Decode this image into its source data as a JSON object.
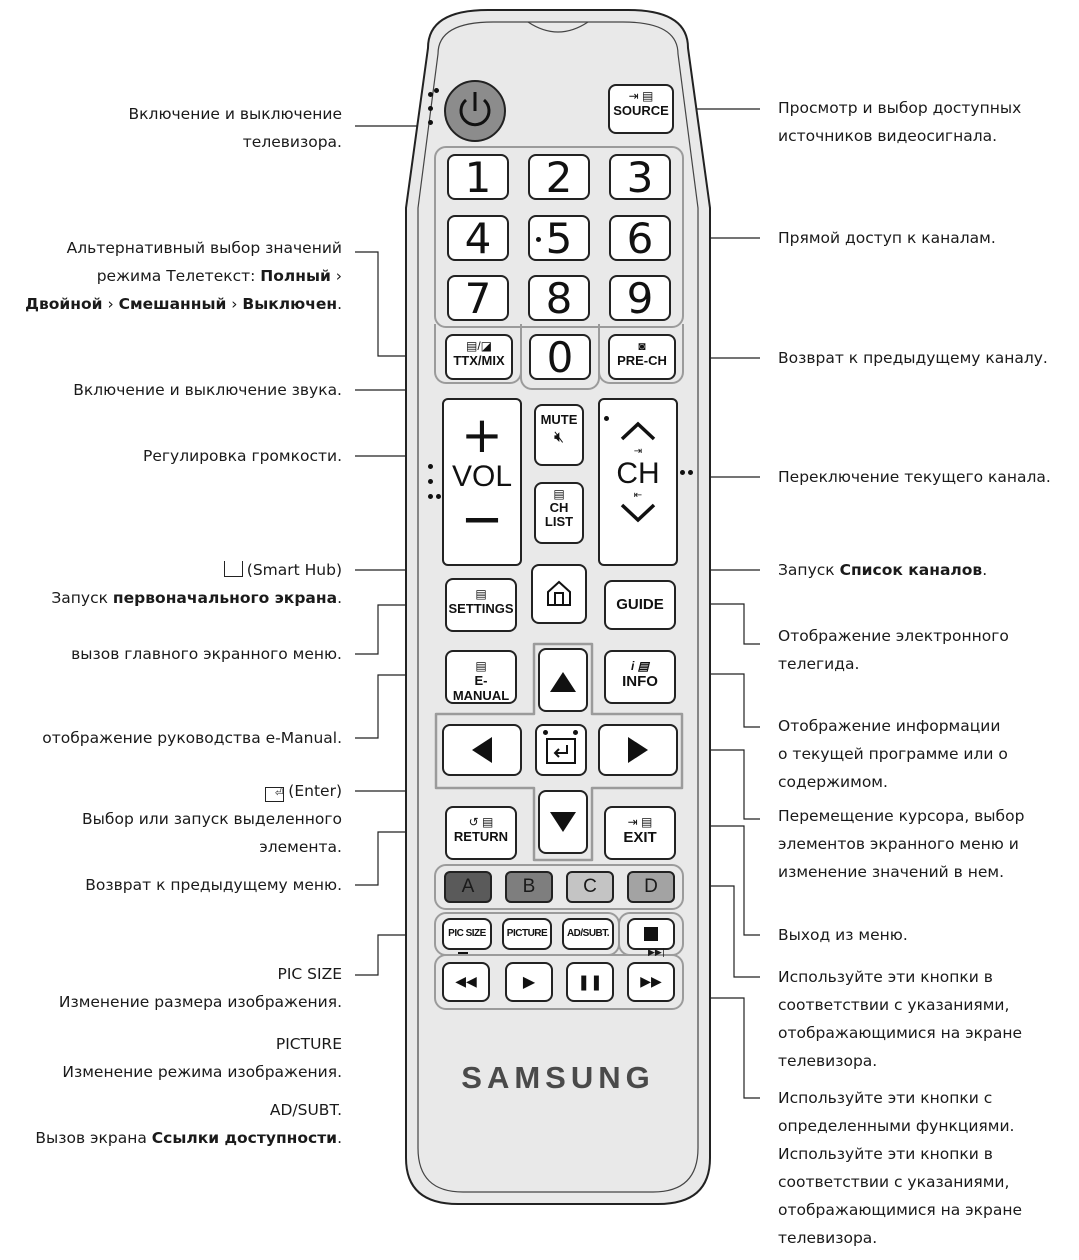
{
  "labels": {
    "power": [
      "Включение и выключение",
      "телевизора."
    ],
    "teletext_1": "Альтернативный выбор значений",
    "teletext_2": "режима Телетекст: ",
    "teletext_2b": "Полный",
    "teletext_3a": "Двойной",
    "teletext_3b": "Смешанный",
    "teletext_3c": "Выключен",
    "mute": "Включение и выключение звука.",
    "volume": "Регулировка громкости.",
    "smarthub_1": "(Smart Hub)",
    "smarthub_2a": "Запуск ",
    "smarthub_2b": "первоначального экрана",
    "settings": "вызов главного экранного меню.",
    "emanual": "отображение руководства e-Manual.",
    "enter_1": "(Enter)",
    "enter_2": "Выбор или запуск выделенного",
    "enter_3": "элемента.",
    "return": "Возврат к предыдущему меню.",
    "picsize_1": "PIC SIZE",
    "picsize_2": "Изменение размера изображения.",
    "picture_1": "PICTURE",
    "picture_2": "Изменение режима изображения.",
    "adsubt_1": "AD/SUBT.",
    "adsubt_2a": "Вызов экрана ",
    "adsubt_2b": "Ссылки доступности",
    "source": [
      "Просмотр и выбор доступных",
      "источников видеосигнала."
    ],
    "numbers": "Прямой доступ к каналам.",
    "prech": "Возврат к предыдущему каналу.",
    "channel": "Переключение текущего канала.",
    "chlist_a": "Запуск ",
    "chlist_b": "Список каналов",
    "guide": [
      "Отображение электронного",
      "телегида."
    ],
    "info": [
      "Отображение информации",
      "о текущей программе или о",
      "содержимом."
    ],
    "arrows": [
      "Перемещение курсора, выбор",
      "элементов экранного меню и",
      "изменение значений в нем."
    ],
    "exit": "Выход из меню.",
    "color": [
      "Используйте эти кнопки в",
      "соответствии с указаниями,",
      "отображающимися на экране",
      "телевизора."
    ],
    "media": [
      "Используйте эти кнопки с",
      "определенными функциями.",
      "Используйте эти кнопки в",
      "соответствии с указаниями,",
      "отображающимися на экране",
      "телевизора."
    ]
  },
  "remote": {
    "source_label": "SOURCE",
    "digits": [
      "1",
      "2",
      "3",
      "4",
      "5",
      "6",
      "7",
      "8",
      "9"
    ],
    "zero": "0",
    "ttx_label": "TTX/MIX",
    "prech_label": "PRE-CH",
    "mute_label": "MUTE",
    "vol_plus": "+",
    "vol_label": "VOL",
    "vol_minus": "—",
    "ch_label": "CH",
    "chlist_line1": "CH",
    "chlist_line2": "LIST",
    "settings_label": "SETTINGS",
    "guide_label": "GUIDE",
    "emanual_label": "E-MANUAL",
    "info_label": "INFO",
    "return_label": "RETURN",
    "exit_label": "EXIT",
    "color_buttons": [
      "A",
      "B",
      "C",
      "D"
    ],
    "color_fills": [
      "#5a5a5a",
      "#7e7e7e",
      "#c4c4c4",
      "#a3a3a3"
    ],
    "picsize_label": "PIC SIZE",
    "picture_label": "PICTURE",
    "adsubt_label": "AD/SUBT.",
    "brand": "SAMSUNG"
  }
}
